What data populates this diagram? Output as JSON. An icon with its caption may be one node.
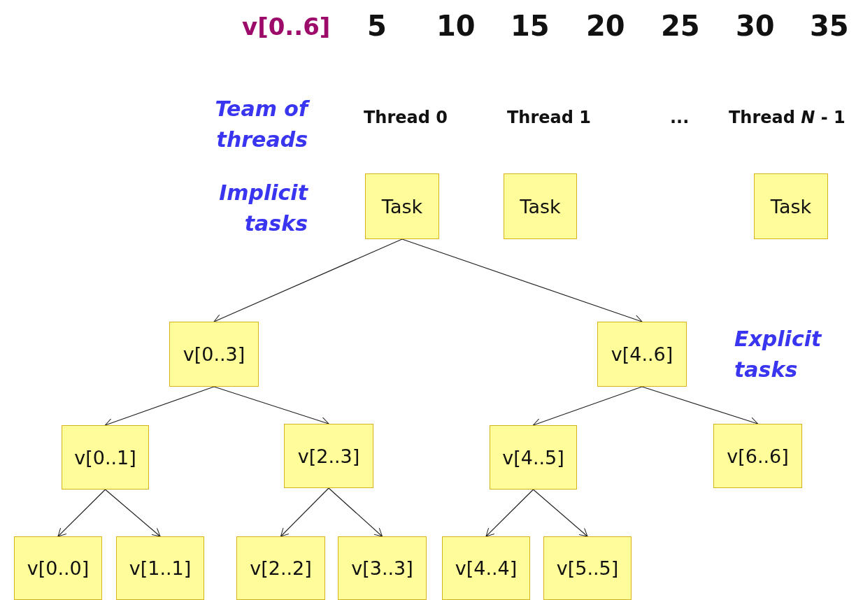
{
  "diagram": {
    "nodes": [
      {
        "text": [
          "Task"
        ]
      },
      {
        "text": [
          "Task"
        ]
      },
      {
        "text": [
          "Task"
        ]
      },
      {
        "text": [
          "v[0..3]"
        ]
      },
      {
        "text": [
          "v[4..6]"
        ]
      },
      {
        "text": [
          "v[0..1]"
        ]
      },
      {
        "text": [
          "v[2..3]"
        ]
      },
      {
        "text": [
          "v[4..5]"
        ]
      },
      {
        "text": [
          "v[6..6]"
        ]
      },
      {
        "text": [
          "v[0..0]"
        ]
      },
      {
        "text": [
          "v[1..1]"
        ]
      },
      {
        "text": [
          "v[2..2]"
        ]
      },
      {
        "text": [
          "v[3..3]"
        ]
      },
      {
        "text": [
          "v[4..4]"
        ]
      },
      {
        "text": [
          "v[5..5]"
        ]
      }
    ],
    "edges": [
      {
        "from": 0,
        "to": 3,
        "arrow": "to"
      },
      {
        "from": 0,
        "to": 4,
        "arrow": "to"
      },
      {
        "from": 3,
        "to": 5,
        "arrow": "to"
      },
      {
        "from": 3,
        "to": 6,
        "arrow": "to"
      },
      {
        "from": 4,
        "to": 7,
        "arrow": "to"
      },
      {
        "from": 4,
        "to": 8,
        "arrow": "to"
      },
      {
        "from": 5,
        "to": 9,
        "arrow": "to"
      },
      {
        "from": 5,
        "to": 10,
        "arrow": "to"
      },
      {
        "from": 6,
        "to": 11,
        "arrow": "to"
      },
      {
        "from": 6,
        "to": 12,
        "arrow": "to"
      },
      {
        "from": 7,
        "to": 13,
        "arrow": "to"
      },
      {
        "from": 7,
        "to": 14,
        "arrow": "to"
      }
    ],
    "labels": [
      "v[0..6]",
      "5",
      "10",
      "15",
      "20",
      "25",
      "30",
      "35",
      "Team of threads",
      "Thread 0",
      "Thread 1",
      "...",
      "Thread *N* - 1",
      "Implicit tasks",
      "Explicit tasks"
    ]
  }
}
